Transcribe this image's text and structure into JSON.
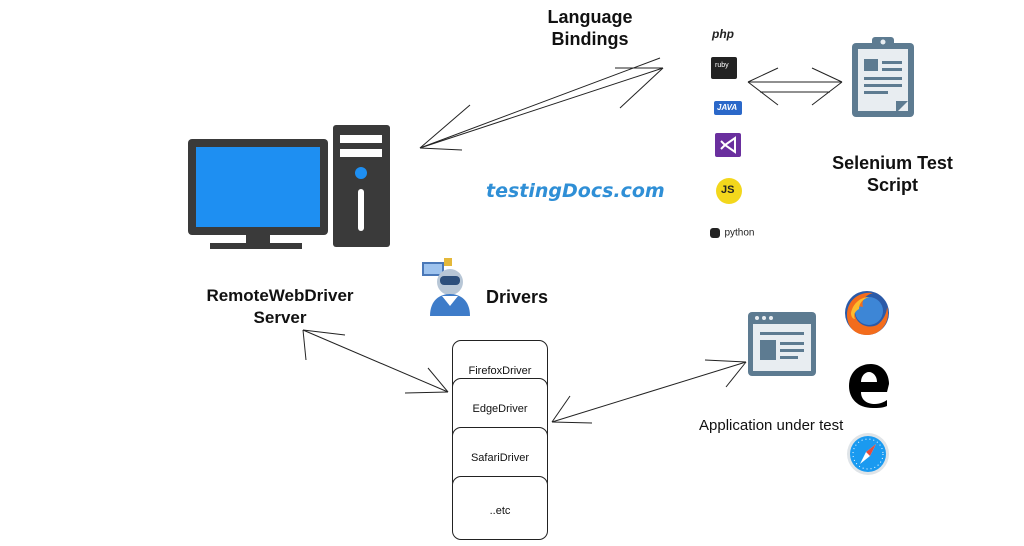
{
  "labels": {
    "language_bindings": "Language\nBindings",
    "selenium_script": "Selenium Test\nScript",
    "server": "RemoteWebDriver\nServer",
    "drivers": "Drivers",
    "app_under_test": "Application under test",
    "watermark": "testingDocs.com"
  },
  "bindings": [
    {
      "name": "php-logo",
      "text": "php"
    },
    {
      "name": "ruby-logo",
      "text": "ruby"
    },
    {
      "name": "java-logo",
      "text": "JAVA"
    },
    {
      "name": "visual-studio-logo",
      "text": ""
    },
    {
      "name": "js-logo",
      "text": "JS"
    },
    {
      "name": "python-logo",
      "text": "python"
    }
  ],
  "drivers": [
    "FirefoxDriver",
    "EdgeDriver",
    "SafariDriver",
    "..etc"
  ],
  "colors": {
    "monitor_screen": "#1e8ff2",
    "computer_body": "#3a3a3a",
    "clipboard": "#5d7b91",
    "watermark": "#2f8fd6"
  },
  "icons": [
    "computer-icon",
    "clipboard-icon",
    "browser-window-icon",
    "firefox-icon",
    "edge-icon",
    "safari-icon",
    "driver-icon"
  ]
}
